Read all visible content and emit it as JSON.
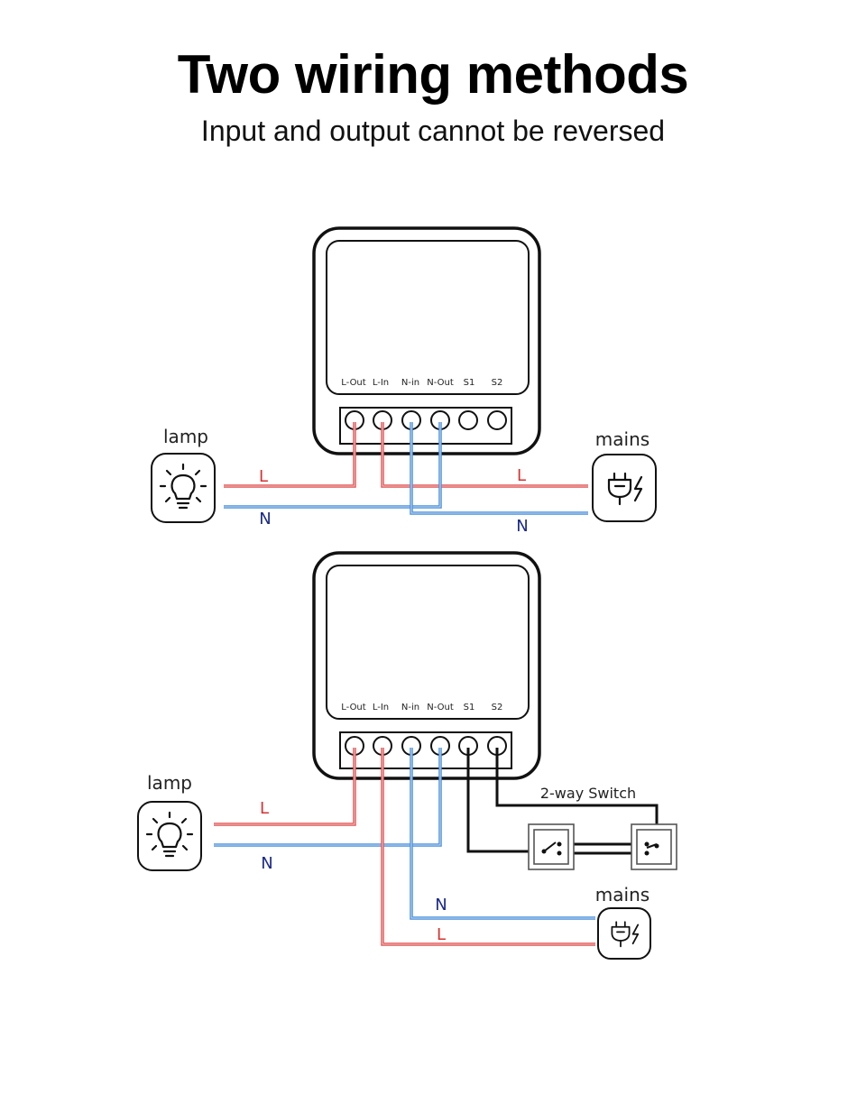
{
  "header": {
    "title": "Two wiring methods",
    "subtitle": "Input and output cannot be reversed"
  },
  "terminals": [
    "L-Out",
    "L-In",
    "N-in",
    "N-Out",
    "S1",
    "S2"
  ],
  "diagram1": {
    "lamp_label": "lamp",
    "mains_label": "mains",
    "wire_L_left": "L",
    "wire_N_left": "N",
    "wire_L_right": "L",
    "wire_N_right": "N"
  },
  "diagram2": {
    "lamp_label": "lamp",
    "mains_label": "mains",
    "switch_label": "2-way Switch",
    "wire_L_left": "L",
    "wire_N_left": "N",
    "wire_N_mains": "N",
    "wire_L_mains": "L"
  },
  "colors": {
    "live": "#e05454",
    "neutral": "#4a8fdb",
    "switch_wire": "#111111",
    "L_text": "#d9312f",
    "N_text": "#1a2a8a"
  },
  "icons": [
    "lightbulb-icon",
    "plug-icon",
    "switch-icon"
  ]
}
